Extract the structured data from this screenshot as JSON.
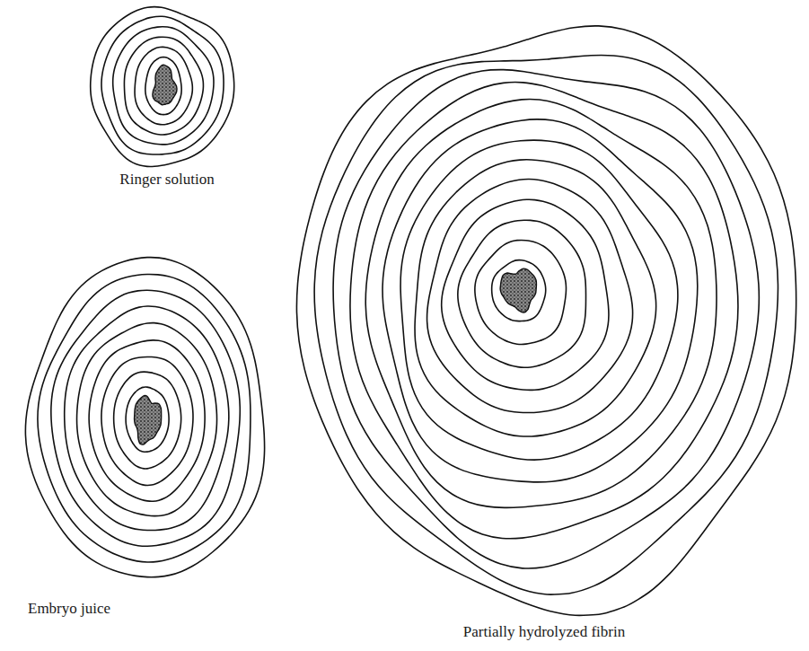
{
  "diagram": {
    "labels": [
      "Ringer solution",
      "Embryo juice",
      "Partially hydrolyzed fibrin"
    ]
  }
}
